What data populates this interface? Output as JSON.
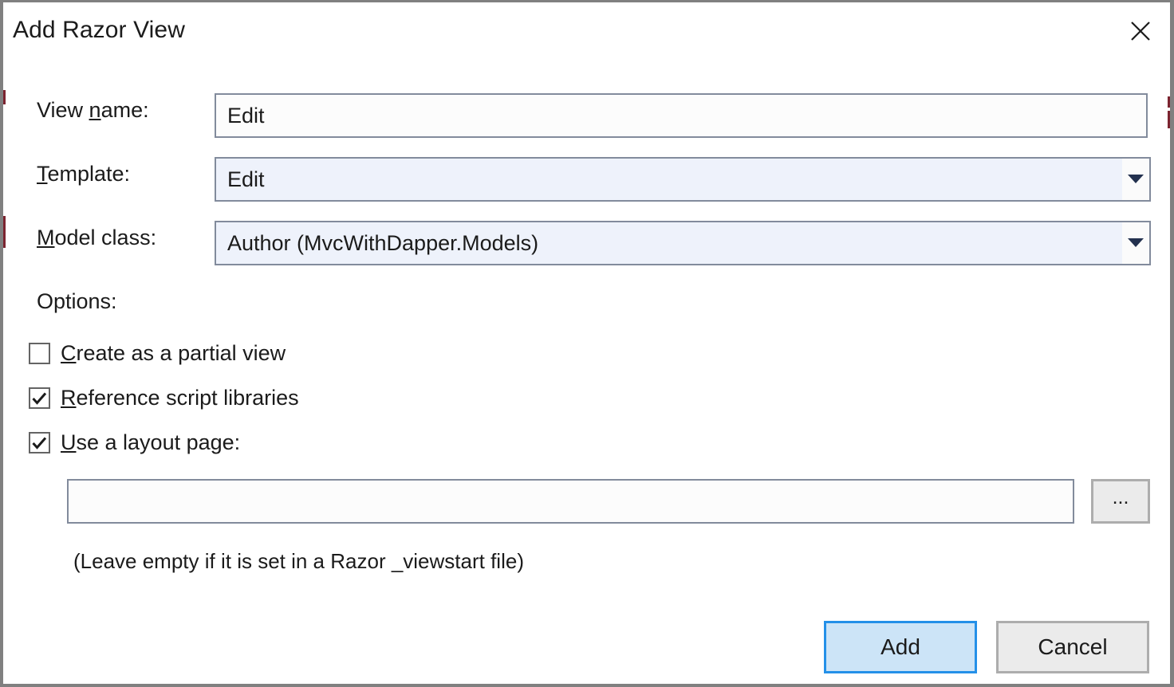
{
  "dialog": {
    "title": "Add Razor View",
    "close_icon": "close-icon"
  },
  "fields": {
    "view_name": {
      "label_pre": "View ",
      "label_acc": "n",
      "label_post": "ame:",
      "value": "Edit",
      "placeholder": ""
    },
    "template": {
      "label_pre": "",
      "label_acc": "T",
      "label_post": "emplate:",
      "value": "Edit"
    },
    "model_class": {
      "label_pre": "",
      "label_acc": "M",
      "label_post": "odel class:",
      "value": "Author (MvcWithDapper.Models)"
    }
  },
  "options": {
    "heading": "Options:",
    "items": [
      {
        "label_pre": "",
        "label_acc": "C",
        "label_post": "reate as a partial view",
        "checked": false
      },
      {
        "label_pre": "",
        "label_acc": "R",
        "label_post": "eference script libraries",
        "checked": true
      },
      {
        "label_pre": "",
        "label_acc": "U",
        "label_post": "se a layout page:",
        "checked": true
      }
    ]
  },
  "layout_page": {
    "value": "",
    "placeholder": "",
    "browse_label": "...",
    "hint": "(Leave empty if it is set in a Razor _viewstart file)"
  },
  "footer": {
    "add_label": "Add",
    "cancel_label": "Cancel"
  },
  "colors": {
    "accent": "#2490e8",
    "primary_fill": "#cce4f7",
    "field_border": "#828b9c",
    "combo_fill": "#eef2fb",
    "button_fill": "#ebebeb",
    "window_border": "#808080"
  }
}
